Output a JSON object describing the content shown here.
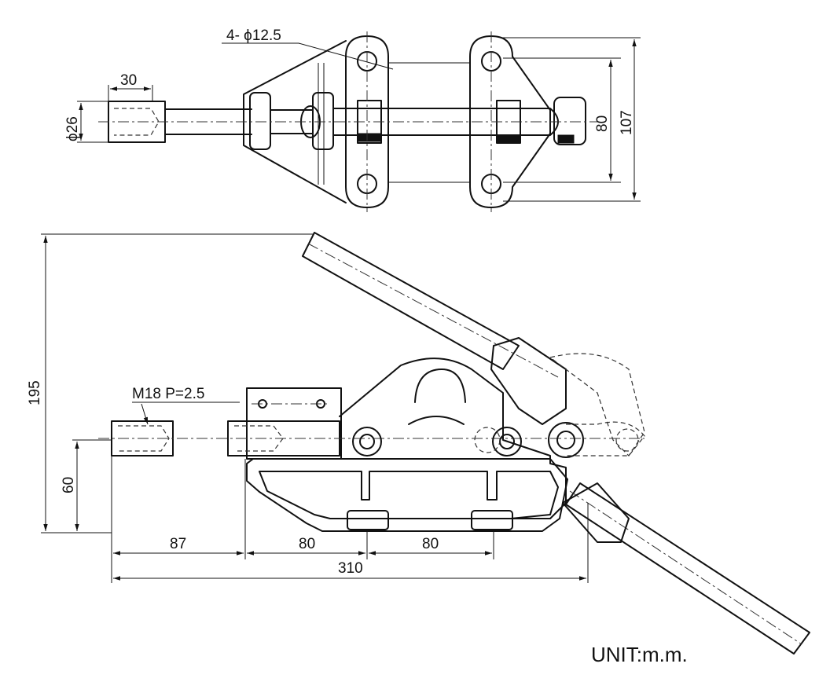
{
  "labels": {
    "holes": "4- ϕ12.5",
    "thread": "M18  P=2.5",
    "unit": "UNIT:m.m."
  },
  "dimensions": {
    "d30": "30",
    "d26": "ϕ26",
    "d80v": "80",
    "d107": "107",
    "d195": "195",
    "d60": "60",
    "d87": "87",
    "d80a": "80",
    "d80b": "80",
    "d310": "310"
  }
}
